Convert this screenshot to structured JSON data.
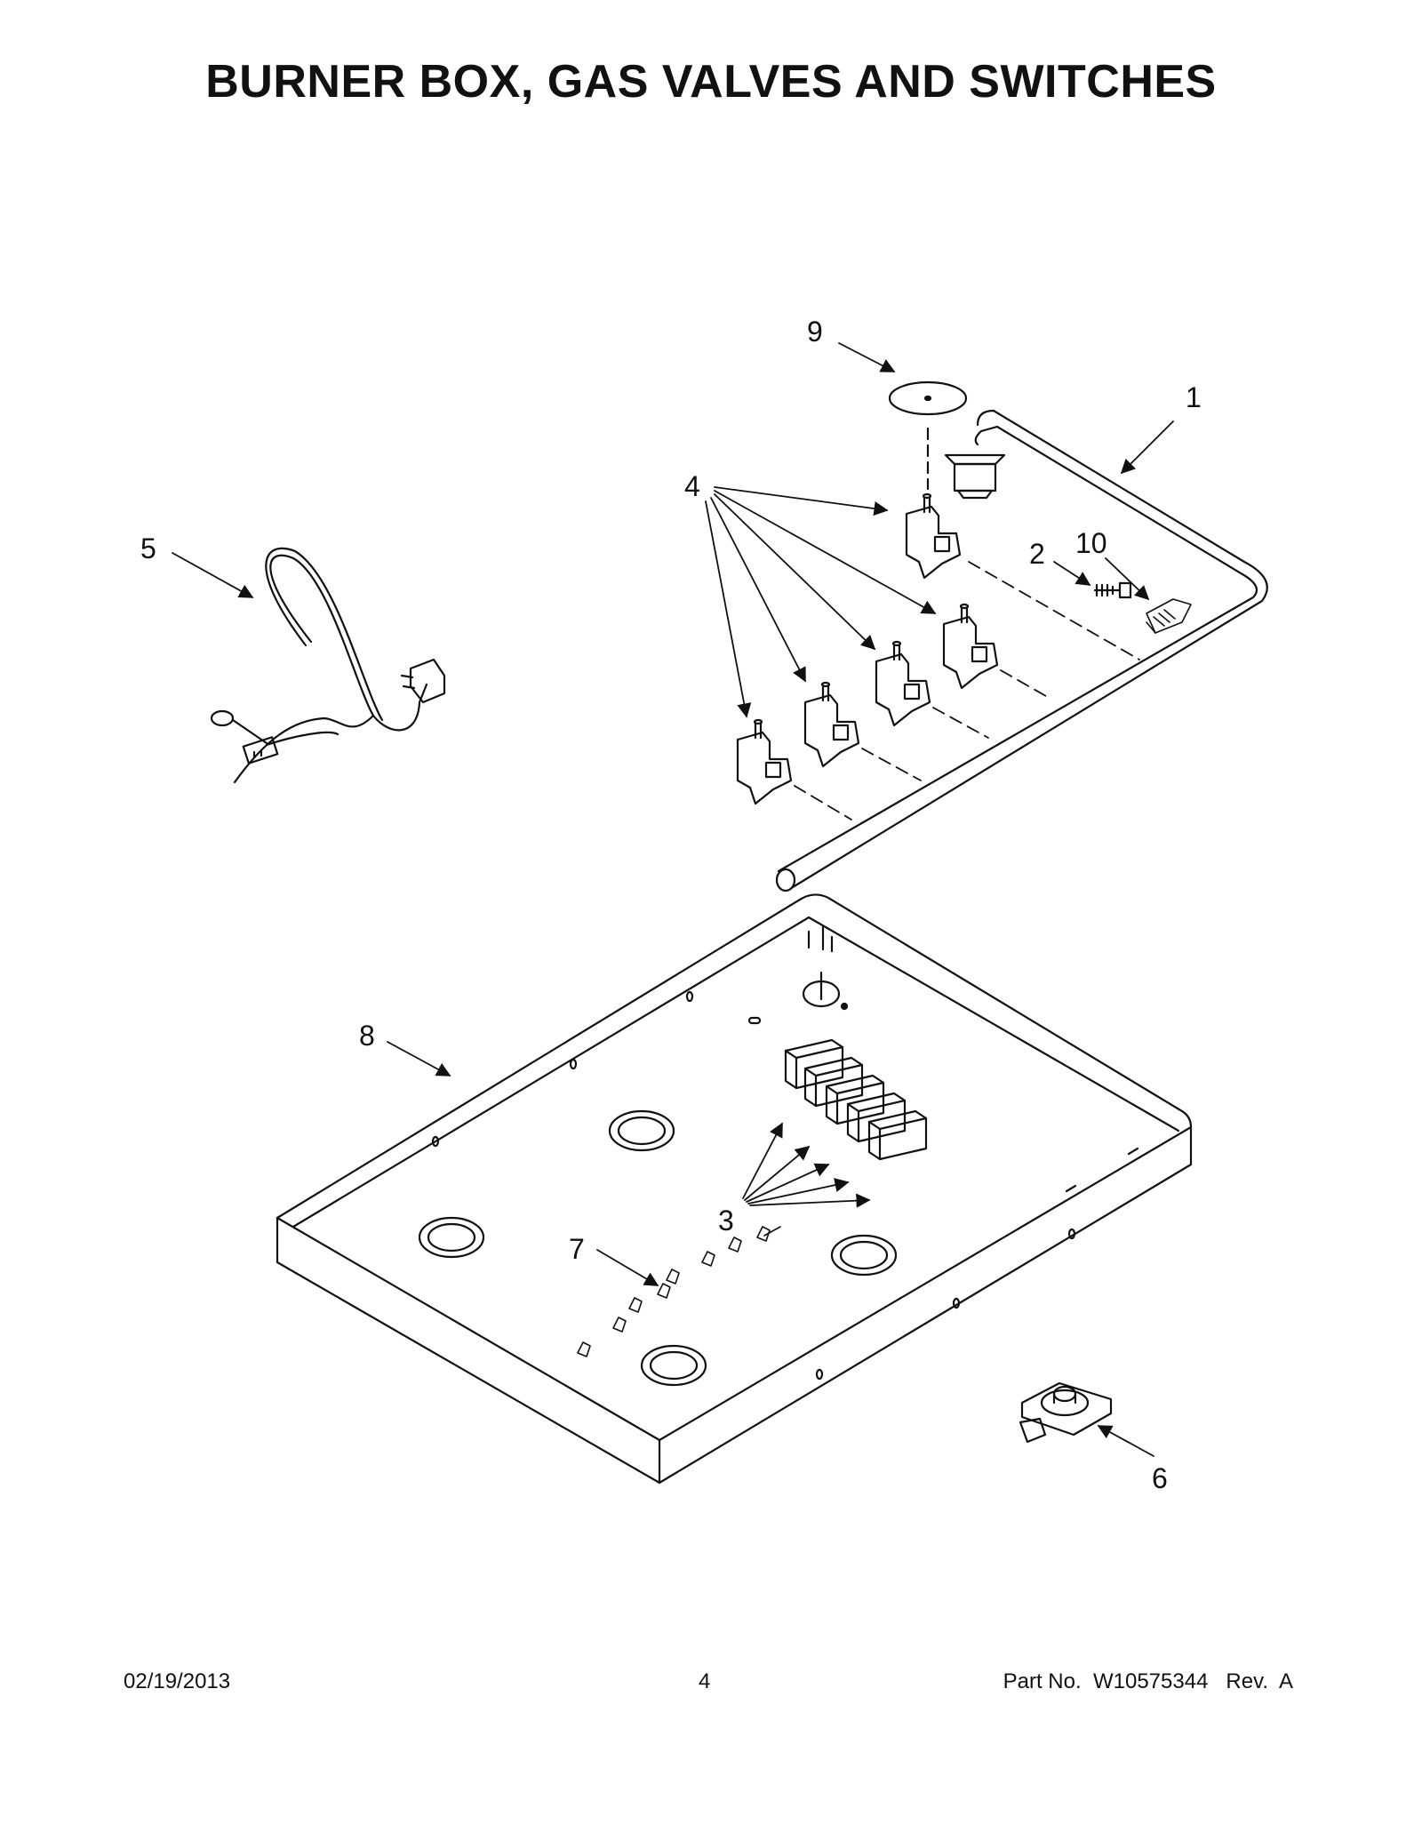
{
  "page": {
    "title": "BURNER BOX, GAS VALVES AND SWITCHES"
  },
  "callouts": {
    "c1": "1",
    "c2": "2",
    "c3": "3",
    "c4": "4",
    "c5": "5",
    "c6": "6",
    "c7": "7",
    "c8": "8",
    "c9": "9",
    "c10": "10"
  },
  "footer": {
    "date": "02/19/2013",
    "page_number": "4",
    "part_text": "Part No.  W10575344   Rev.  A"
  }
}
